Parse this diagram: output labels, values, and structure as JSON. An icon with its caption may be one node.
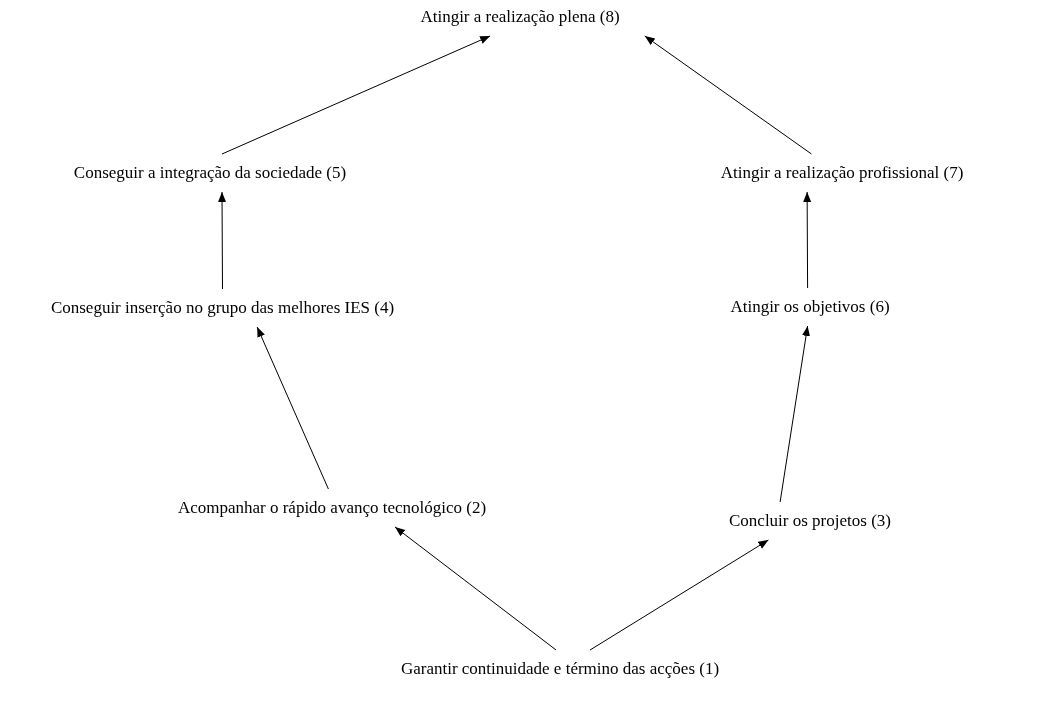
{
  "diagram": {
    "nodes": [
      {
        "text": [
          "Atingir a realização plena (8)"
        ]
      },
      {
        "text": [
          "Conseguir a integração da sociedade (5)"
        ]
      },
      {
        "text": [
          "Atingir a realização profissional (7)"
        ]
      },
      {
        "text": [
          "Conseguir inserção no grupo das melhores IES (4)"
        ]
      },
      {
        "text": [
          "Atingir os objetivos (6)"
        ]
      },
      {
        "text": [
          "Acompanhar o rápido avanço tecnológico (2)"
        ]
      },
      {
        "text": [
          "Concluir os projetos (3)"
        ]
      },
      {
        "text": [
          "Garantir continuidade e término das acções (1)"
        ]
      }
    ],
    "edges": [
      {
        "from": 7,
        "to": 5,
        "arrow": "to"
      },
      {
        "from": 7,
        "to": 6,
        "arrow": "to"
      },
      {
        "from": 5,
        "to": 3,
        "arrow": "to"
      },
      {
        "from": 6,
        "to": 4,
        "arrow": "to"
      },
      {
        "from": 3,
        "to": 1,
        "arrow": "to"
      },
      {
        "from": 4,
        "to": 2,
        "arrow": "to"
      },
      {
        "from": 1,
        "to": 0,
        "arrow": "to"
      },
      {
        "from": 2,
        "to": 0,
        "arrow": "to"
      }
    ]
  }
}
